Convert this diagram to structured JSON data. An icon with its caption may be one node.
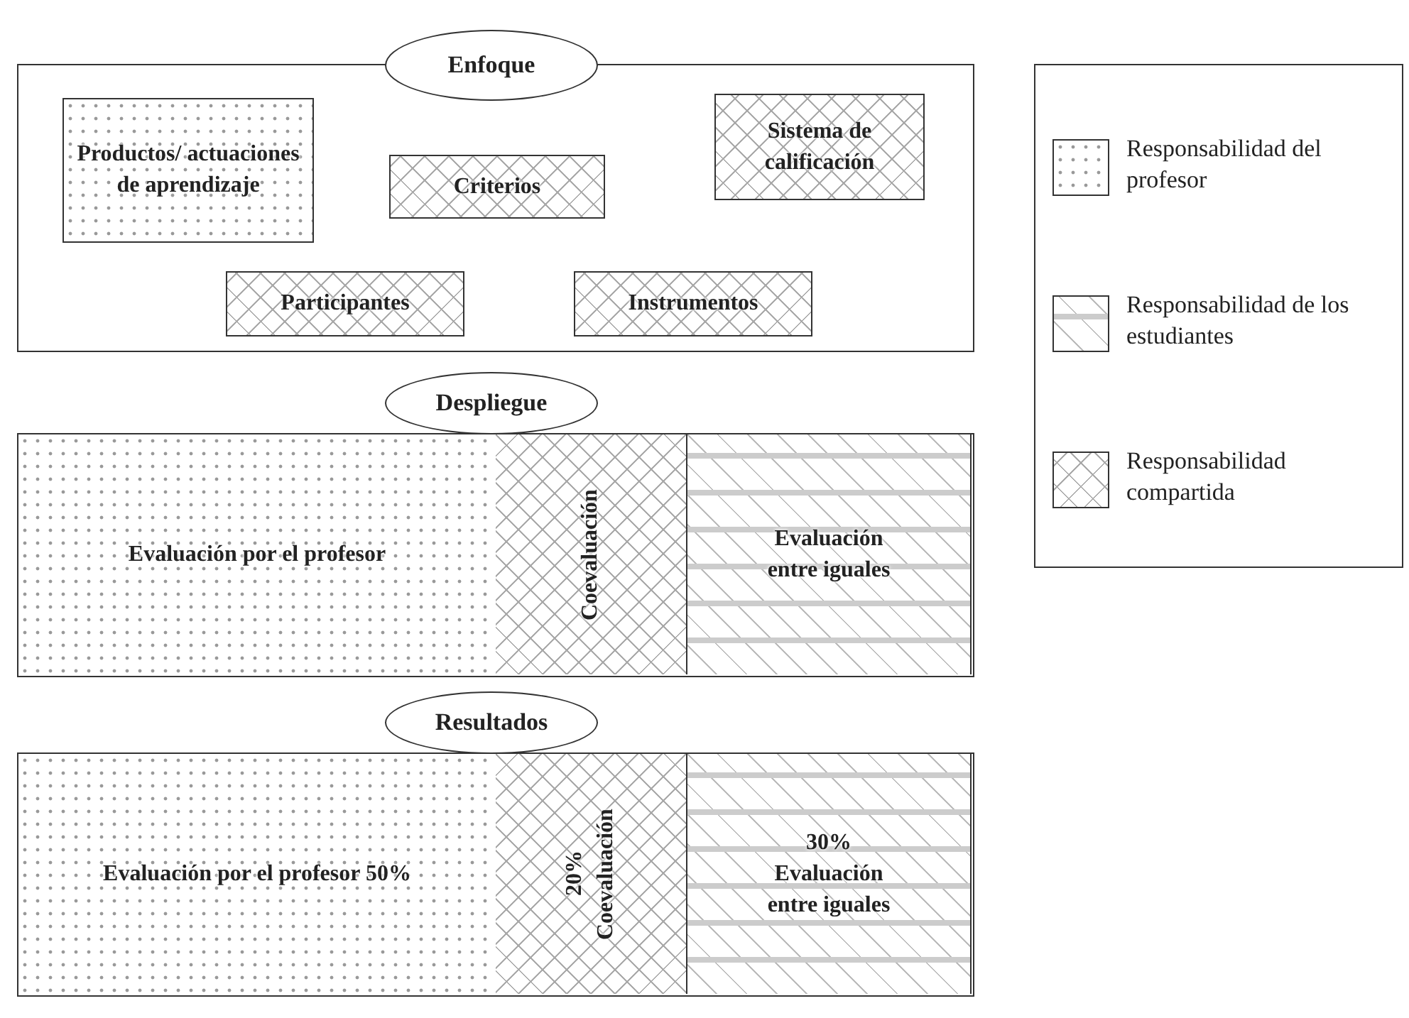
{
  "diagram": {
    "nodes": [
      {
        "text": [
          "Enfoque"
        ]
      },
      {
        "text": [
          "Productos/ actuaciones de aprendizaje"
        ],
        "in": 0
      },
      {
        "text": [
          "Criterios"
        ],
        "in": 0
      },
      {
        "text": [
          "Sistema de calificación"
        ],
        "in": 0
      },
      {
        "text": [
          "Participantes"
        ],
        "in": 0
      },
      {
        "text": [
          "Instrumentos"
        ],
        "in": 0
      },
      {
        "text": [
          "Despliegue"
        ]
      },
      {
        "text": [
          "Evaluación por el profesor"
        ],
        "in": 6
      },
      {
        "text": [
          "Coevaluación"
        ],
        "in": 6
      },
      {
        "text": [
          "Evaluación entre iguales"
        ],
        "in": 6
      },
      {
        "text": [
          "Resultados"
        ]
      },
      {
        "text": [
          "Evaluación por el profesor 50%"
        ],
        "in": 10
      },
      {
        "text": [
          "20% Coevaluación"
        ],
        "in": 10
      },
      {
        "text": [
          "30% Evaluación entre iguales"
        ],
        "in": 10
      }
    ],
    "edges": [],
    "legend": [
      {
        "text": "Responsabilidad del profesor"
      },
      {
        "text": "Responsabilidad de los estudiantes"
      },
      {
        "text": "Responsabilidad compartida"
      }
    ]
  }
}
